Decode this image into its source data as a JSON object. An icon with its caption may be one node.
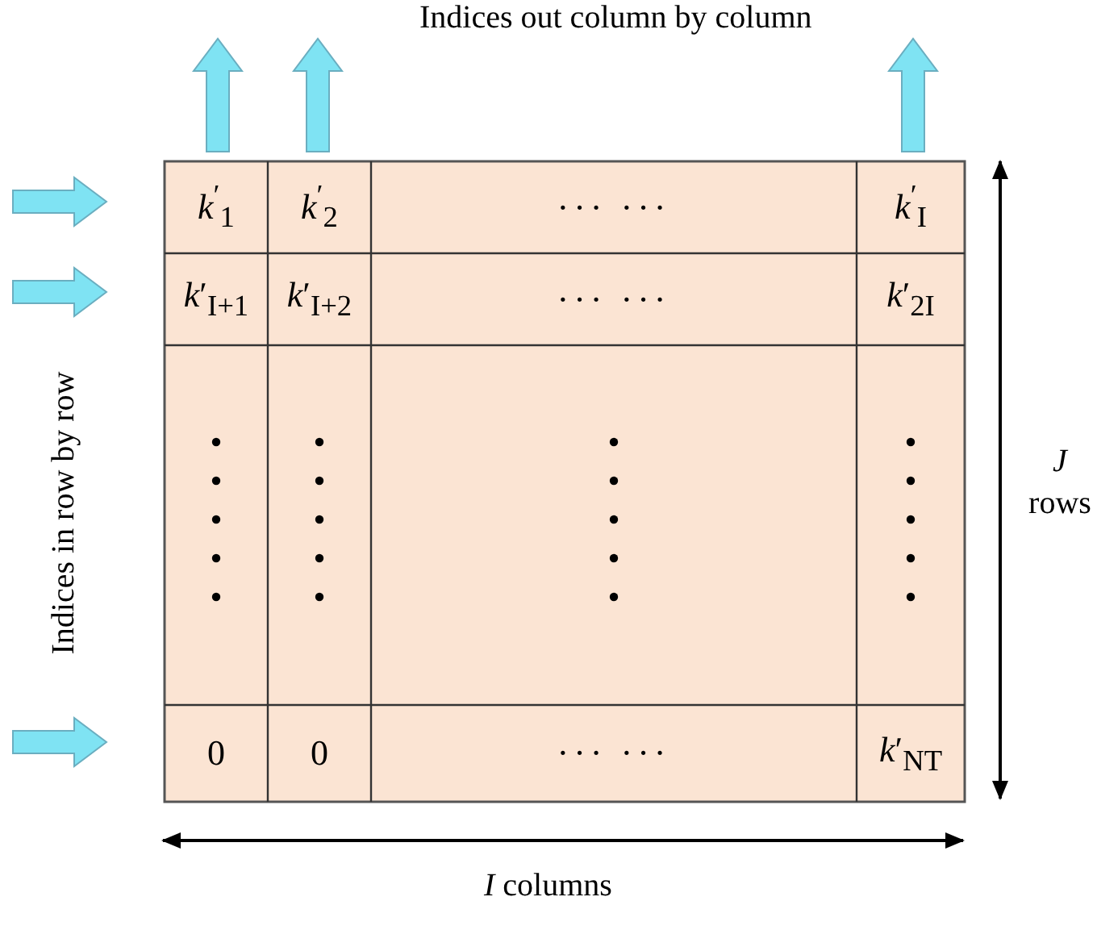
{
  "diagram": {
    "labels": [
      "Indices out column by column",
      "Indices in row by row",
      "*k*$^{′}$$_{1}$",
      "*k*$^{′}$$_{2}$",
      "··· ···",
      "*k*$^{′}$$_{I}$",
      "*k*′$_{I+1}$",
      "*k*′$_{I+2}$",
      "··· ···",
      "*k*′$_{2I}$",
      "0",
      "0",
      "··· ···",
      "*k*′$_{N}$$_{T}$",
      "*J* rows",
      "*I* columns"
    ]
  }
}
